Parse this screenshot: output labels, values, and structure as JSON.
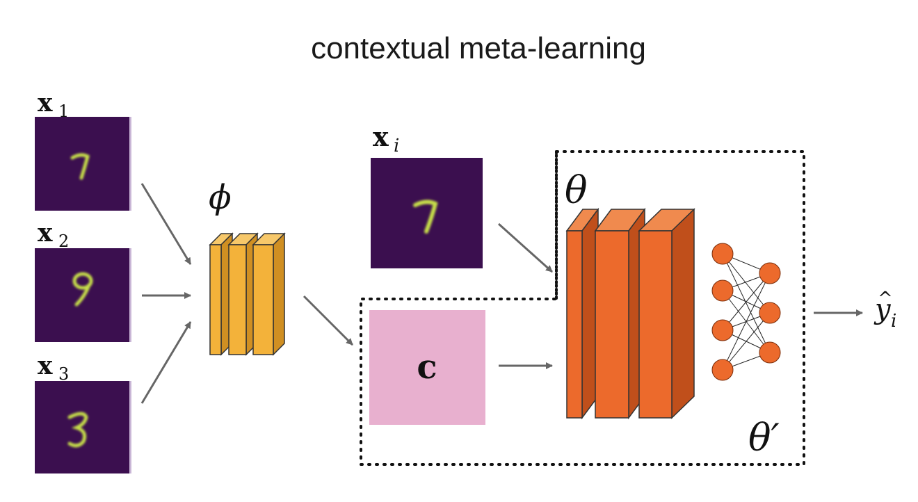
{
  "title": "contextual meta-learning",
  "inputs": [
    {
      "label": "x",
      "subscript": "1",
      "digit": "7"
    },
    {
      "label": "x",
      "subscript": "2",
      "digit": "9"
    },
    {
      "label": "x",
      "subscript": "3",
      "digit": "3"
    }
  ],
  "encoder": {
    "label": "ϕ",
    "color": "#f3b23a"
  },
  "query": {
    "label": "x",
    "subscript": "i",
    "digit": "7"
  },
  "context": {
    "label": "c",
    "color": "#e8b0cf"
  },
  "model": {
    "theta_label": "θ",
    "theta_prime_label": "θ′",
    "color": "#ec6a2c"
  },
  "output": {
    "label": "y",
    "subscript": "i",
    "accent": "^"
  },
  "colors": {
    "mnist_bg": "#3b0f4f",
    "mnist_stroke": "#c8e04a",
    "arrow": "#666666"
  }
}
